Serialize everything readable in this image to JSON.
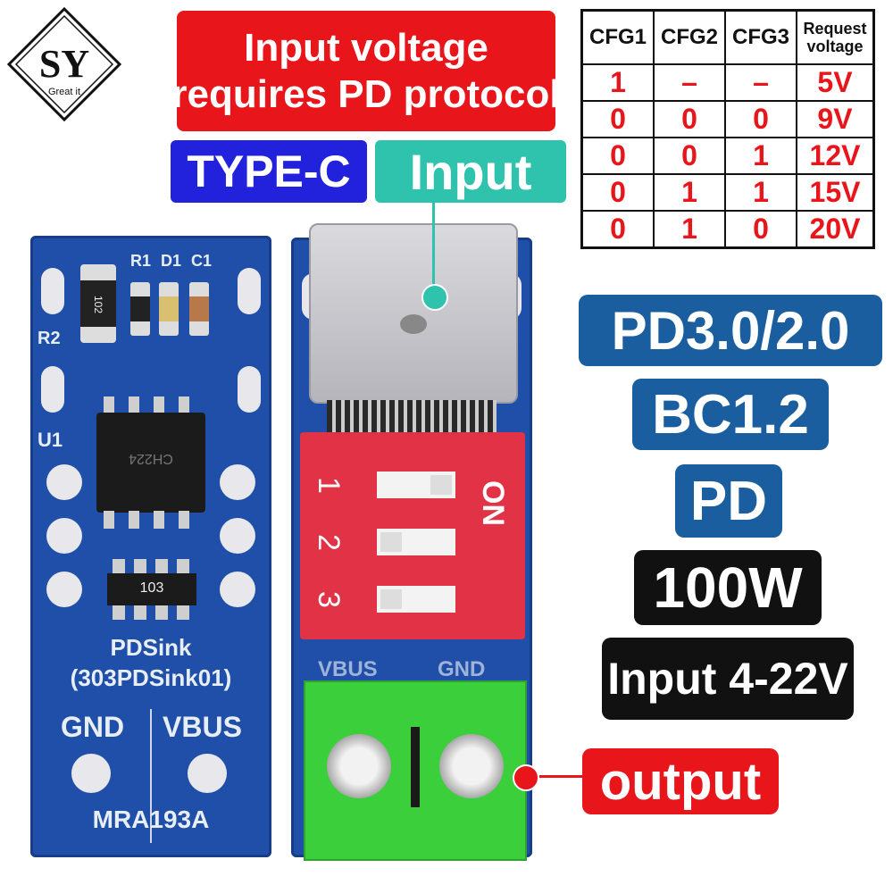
{
  "logo": {
    "main": "SY",
    "sub": "Great it"
  },
  "banner": {
    "line1": "Input voltage",
    "line2": "requires PD protocol"
  },
  "labels": {
    "type_c": "TYPE-C",
    "input": "Input",
    "output": "output"
  },
  "table": {
    "headers": [
      "CFG1",
      "CFG2",
      "CFG3",
      "Request voltage"
    ],
    "rows": [
      [
        "1",
        "–",
        "–",
        "5V"
      ],
      [
        "0",
        "0",
        "0",
        "9V"
      ],
      [
        "0",
        "0",
        "1",
        "12V"
      ],
      [
        "0",
        "1",
        "1",
        "15V"
      ],
      [
        "0",
        "1",
        "0",
        "20V"
      ]
    ]
  },
  "features": {
    "pd_version": "PD3.0/2.0",
    "bc": "BC1.2",
    "pd": "PD",
    "power": "100W",
    "input_range": "Input 4-22V"
  },
  "board_left": {
    "r2": "R2",
    "r1": "R1",
    "d1": "D1",
    "c1": "C1",
    "u1": "U1",
    "res_top": "102",
    "res_bottom": "103",
    "chip": "CH224",
    "name": "PDSink",
    "model": "(303PDSink01)",
    "gnd": "GND",
    "vbus": "VBUS",
    "code": "MRA193A"
  },
  "board_right": {
    "dip_on": "ON",
    "dip_numbers": [
      "1",
      "2",
      "3"
    ],
    "vbus": "VBUS",
    "gnd": "GND"
  },
  "colors": {
    "red": "#e8151b",
    "blue_tag": "#2222dd",
    "teal_tag": "#2fc2ad",
    "navy_tag": "#1a5ea0",
    "pcb_blue": "#1f4fa8",
    "dip_red": "#e23245",
    "terminal_green": "#3ccf3c"
  }
}
